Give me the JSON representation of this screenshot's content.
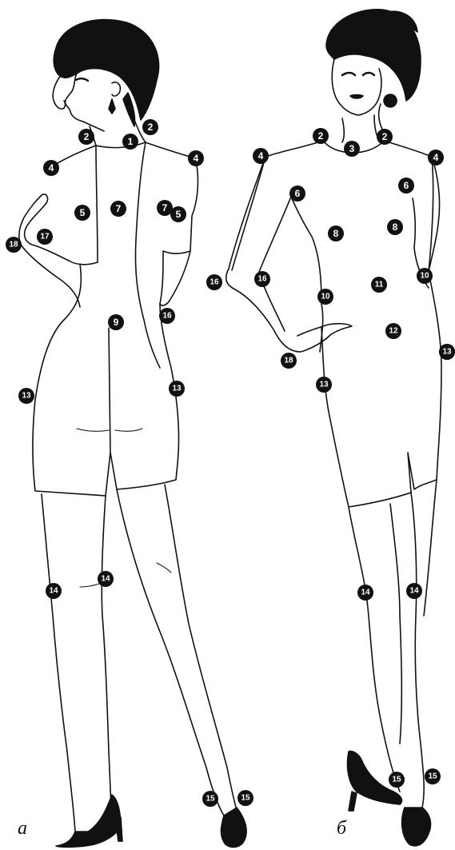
{
  "figures": [
    {
      "caption": "а",
      "view": "back",
      "markers": [
        "1",
        "2",
        "2",
        "4",
        "4",
        "5",
        "5",
        "7",
        "7",
        "9",
        "13",
        "13",
        "14",
        "14",
        "15",
        "15",
        "16",
        "17",
        "18"
      ]
    },
    {
      "caption": "б",
      "view": "front",
      "markers": [
        "2",
        "2",
        "3",
        "4",
        "4",
        "6",
        "6",
        "8",
        "8",
        "10",
        "10",
        "11",
        "12",
        "13",
        "13",
        "14",
        "14",
        "15",
        "15",
        "16",
        "18"
      ]
    }
  ],
  "colors": {
    "ink": "#111111",
    "marker_fill": "#111111",
    "marker_text": "#ffffff",
    "paper": "#ffffff"
  }
}
